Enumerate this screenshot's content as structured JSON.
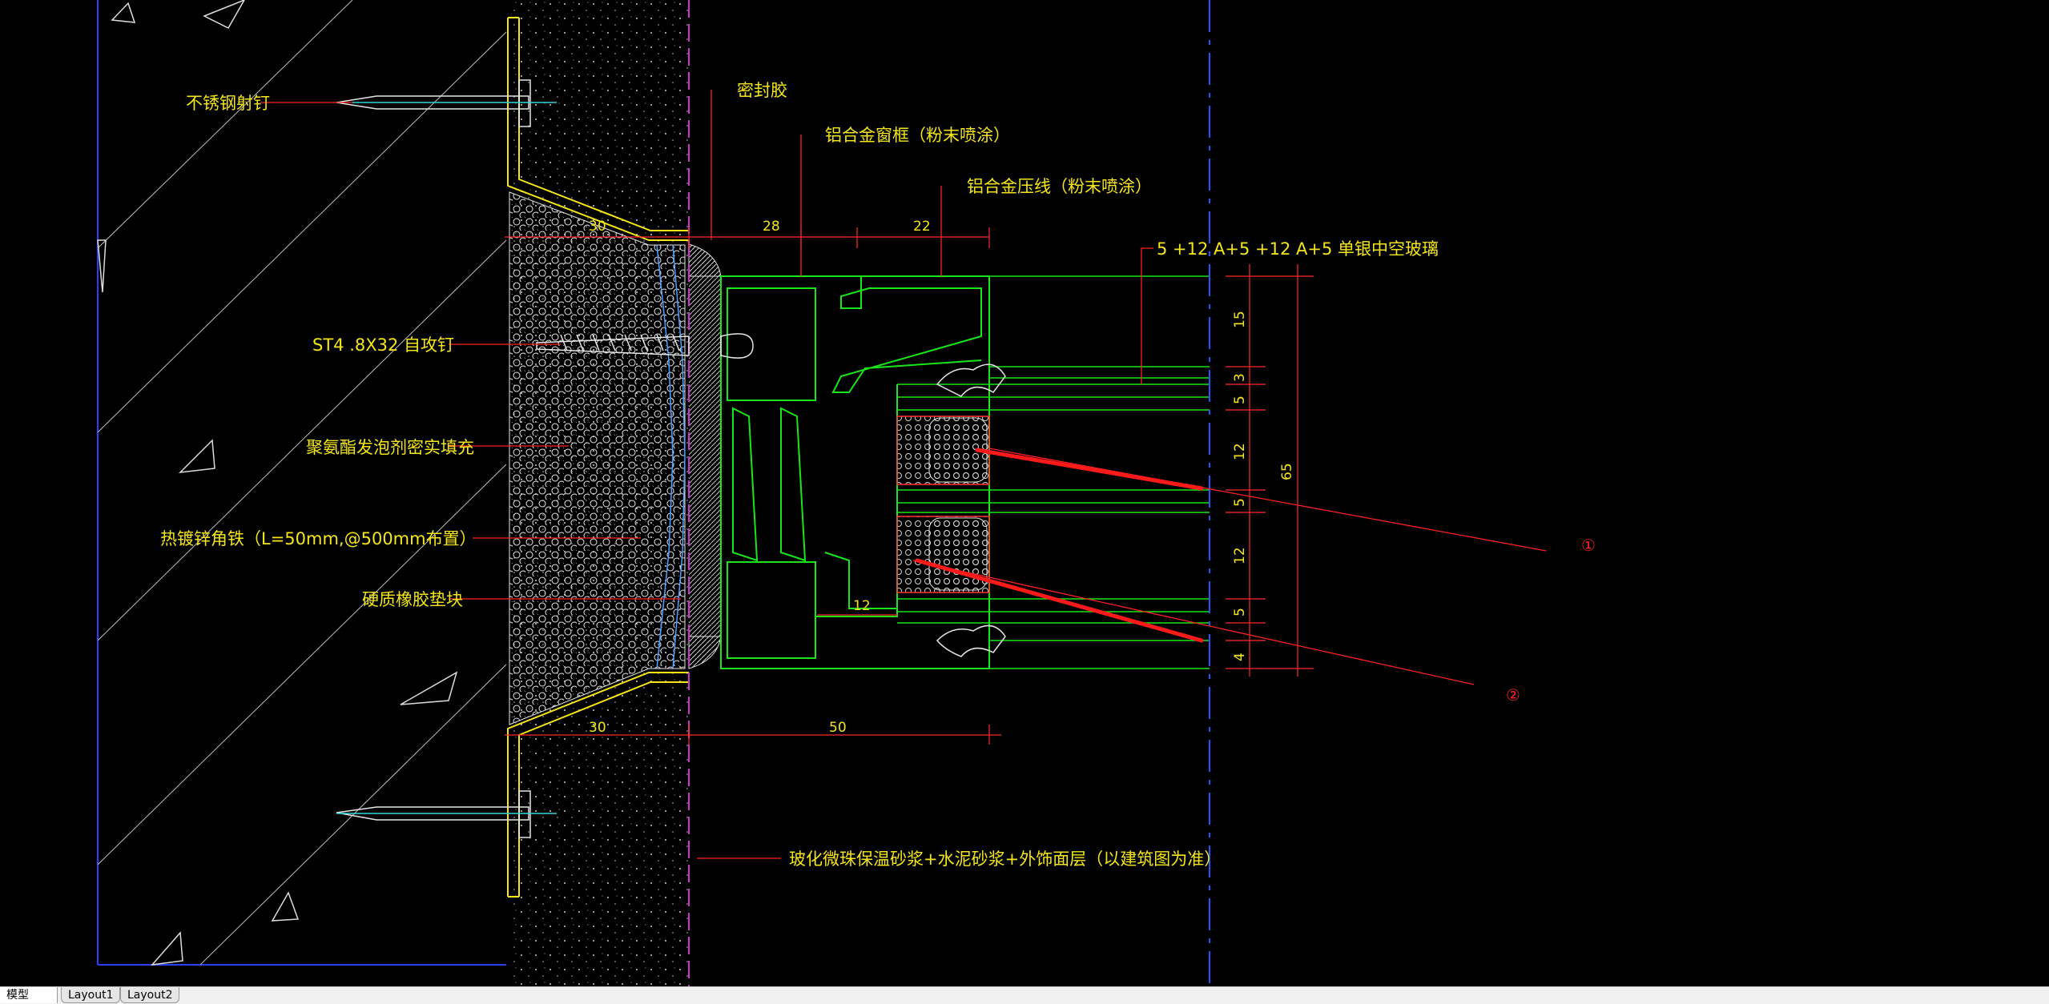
{
  "drawing": {
    "labels": {
      "stainless_nail": "不锈钢射钉",
      "sealant": "密封胶",
      "window_frame": "铝合金窗框（粉末喷涂）",
      "pressure_line": "铝合金压线（粉末喷涂）",
      "glass": "5 +12 A+5 +12 A+5 单银中空玻璃",
      "screw": "ST4 .8X32 自攻钉",
      "foam": "聚氨酯发泡剂密实填充",
      "angle_iron": "热镀锌角铁（L=50mm,@500mm布置）",
      "rubber_block": "硬质橡胶垫块",
      "mortar": "玻化微珠保温砂浆+水泥砂浆+外饰面层（以建筑图为准）"
    },
    "dimensions": {
      "top_30": "30",
      "top_28": "28",
      "top_22": "22",
      "bottom_30": "30",
      "bottom_50": "50",
      "inner_12": "12",
      "right_15": "15",
      "right_3": "3",
      "right_5a": "5",
      "right_12a": "12",
      "right_5b": "5",
      "right_12b": "12",
      "right_5c": "5",
      "right_4": "4",
      "right_65": "65"
    },
    "markers": {
      "m1": "①",
      "m2": "②"
    },
    "colors": {
      "label": "#f5e61a",
      "leader": "#ff2020",
      "profile": "#19e619",
      "wall": "#ffffff",
      "centerline": "#cc33cc",
      "axis": "#2255ff",
      "annotation": "#ff1a1a"
    }
  },
  "tabs": {
    "model": "模型",
    "layout1": "Layout1",
    "layout2": "Layout2"
  }
}
